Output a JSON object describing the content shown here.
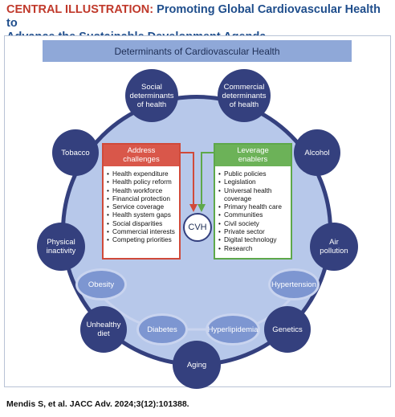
{
  "title": {
    "label": "CENTRAL ILLUSTRATION:",
    "text_line1": " Promoting Global Cardiovascular Health to",
    "text_line2": "Advance the Sustainable Development Agenda"
  },
  "banner": "Determinants of Cardiovascular Health",
  "determinants": {
    "social": [
      "Social",
      "determinants",
      "of health"
    ],
    "commercial": [
      "Commercial",
      "determinants",
      "of health"
    ],
    "tobacco": "Tobacco",
    "alcohol": "Alcohol",
    "physical": [
      "Physical",
      "inactivity"
    ],
    "air": [
      "Air",
      "pollution"
    ],
    "unhealthy": [
      "Unhealthy",
      "diet"
    ],
    "genetics": "Genetics",
    "aging": "Aging",
    "obesity": "Obesity",
    "hypertension": "Hypertension",
    "diabetes": "Diabetes",
    "hyperlipidemia": "Hyperlipidemia"
  },
  "challenges": {
    "header": [
      "Address",
      "challenges"
    ],
    "items": [
      "Health expenditure",
      "Health policy reform",
      "Health workforce",
      "Financial protection",
      "Service coverage",
      "Health system gaps",
      "Social disparities",
      "Commercial interests",
      "Competing priorities"
    ]
  },
  "enablers": {
    "header": [
      "Leverage",
      "enablers"
    ],
    "items": [
      "Public policies",
      "Legislation",
      "Universal health",
      "coverage",
      "Primary health care",
      "Communities",
      "Civil society",
      "Private sector",
      "Digital technology",
      "Research"
    ]
  },
  "center": "CVH",
  "citation": "Mendis S, et al. JACC Adv. 2024;3(12):101388.",
  "colors": {
    "navy": "#34407e",
    "circle_fill": "#b7c8ea",
    "light_node": "#7d96d1",
    "red": "#d04a3a",
    "green": "#5ea84a"
  }
}
